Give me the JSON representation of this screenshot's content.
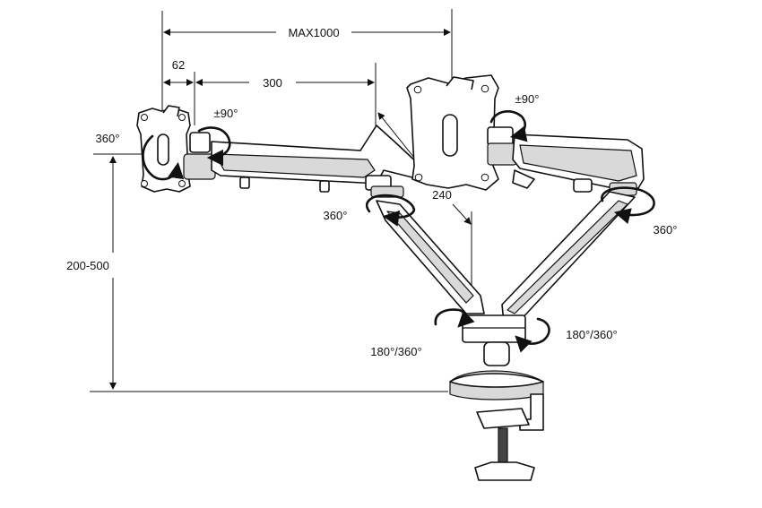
{
  "diagram": {
    "dimensions": {
      "max_width": "MAX1000",
      "offset": "62",
      "arm_length": "300",
      "vertical_range": "200-500",
      "height_240": "240"
    },
    "rotations": {
      "left_monitor_swivel": "360°",
      "left_tilt": "±90°",
      "right_tilt": "±90°",
      "left_elbow": "360°",
      "right_elbow": "360°",
      "left_base": "180°/360°",
      "right_base": "180°/360°"
    }
  }
}
